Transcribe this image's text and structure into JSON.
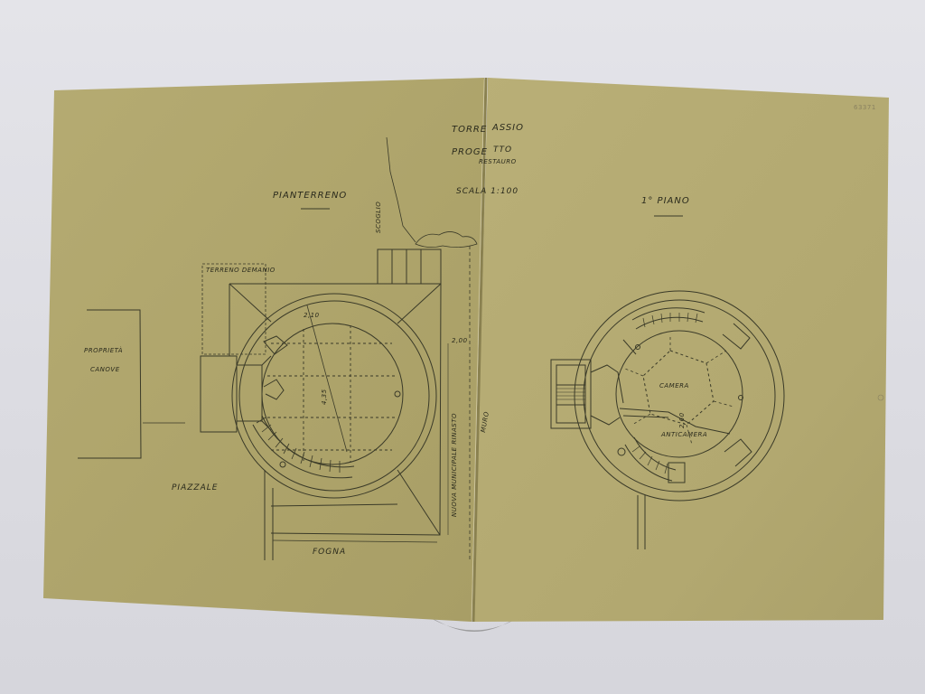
{
  "drawing": {
    "title_line1": "TORRE",
    "title_line1b": "ASSIO",
    "title_line2": "PROGE",
    "title_line2b": "TTO",
    "title_line3": "RESTAURO",
    "scale": "SCALA 1:100",
    "catalog_number": "63371",
    "ground_floor": {
      "title": "PIANTERRENO",
      "terrain_label": "TERRENO DEMANIO",
      "property_label_1": "PROPRIETÀ",
      "property_label_2": "CANOVE",
      "square_label": "PIAZZALE",
      "sewer_label": "FOGNA",
      "rock_label": "SCOGLIO",
      "wall_label": "MURO",
      "road_label": "NUOVA MUNICIPALE RINASTO",
      "dim_1": "4,35",
      "dim_2": "2,10",
      "dim_3": "2,00"
    },
    "first_floor": {
      "title": "1° PIANO",
      "room_label": "CAMERA",
      "anteroom_label": "ANTICAMERA",
      "dim_1": "2,60"
    }
  },
  "colors": {
    "paper": "#b2a871",
    "ink": "#2a2a1c",
    "background": "#dcdce2"
  }
}
